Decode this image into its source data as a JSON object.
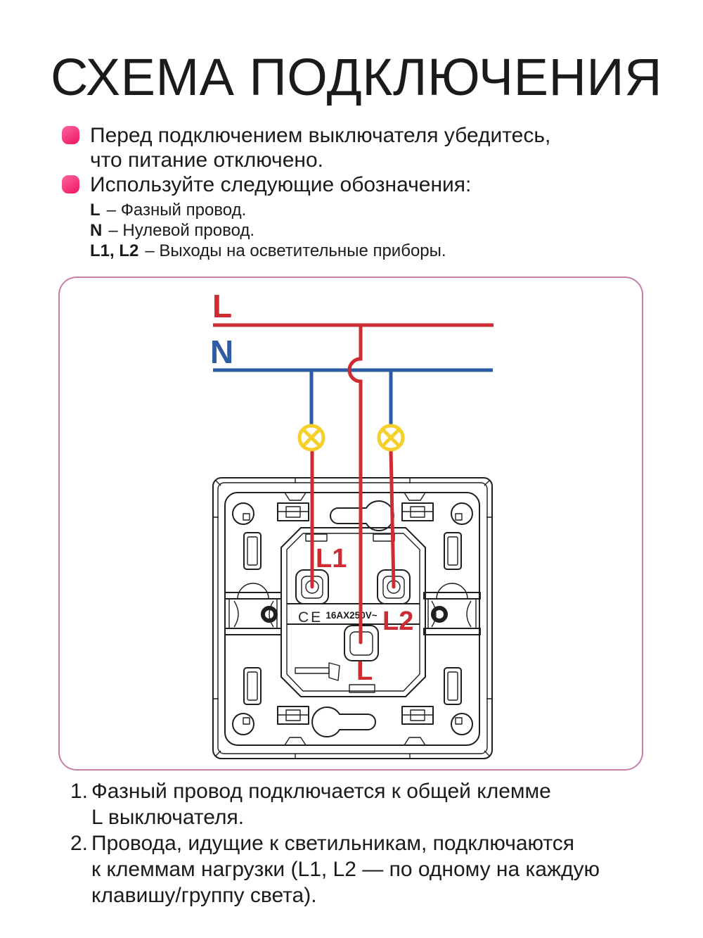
{
  "page": {
    "title": "СХЕМА ПОДКЛЮЧЕНИЯ"
  },
  "colors": {
    "ink": "#1b1b1b",
    "art": "#1f1f1f",
    "phase": "#CE2B32",
    "neutral": "#2D5BA4",
    "lamp": "#F6CF2B",
    "frame": "#C87EA7",
    "bullet_from": "#FC5A97",
    "bullet_to": "#EE2069"
  },
  "bullets": [
    {
      "lines": [
        "Перед подключением выключателя убедитесь,",
        "что питание отключено."
      ]
    },
    {
      "lines": [
        "Используйте следующие обозначения:"
      ]
    }
  ],
  "legend": [
    {
      "term": "L",
      "desc": "– Фазный провод."
    },
    {
      "term": "N",
      "desc": "– Нулевой провод."
    },
    {
      "term": "L1, L2",
      "desc": "– Выходы на осветительные приборы."
    }
  ],
  "diagram": {
    "labels": {
      "line_l": "L",
      "line_n": "N",
      "terminal_l1": "L1",
      "terminal_l2": "L2",
      "terminal_l": "L"
    },
    "switch_markings": {
      "ce": "CE",
      "rating": "16AX250V~"
    }
  },
  "instructions": [
    {
      "num": "1.",
      "lines": [
        "Фазный провод подключается к общей клемме",
        "L выключателя."
      ]
    },
    {
      "num": "2.",
      "lines": [
        "Провода, идущие к светильникам, подключаются",
        "к клеммам нагрузки (L1, L2 — по одному на каждую",
        "клавишу/группу света)."
      ]
    }
  ]
}
